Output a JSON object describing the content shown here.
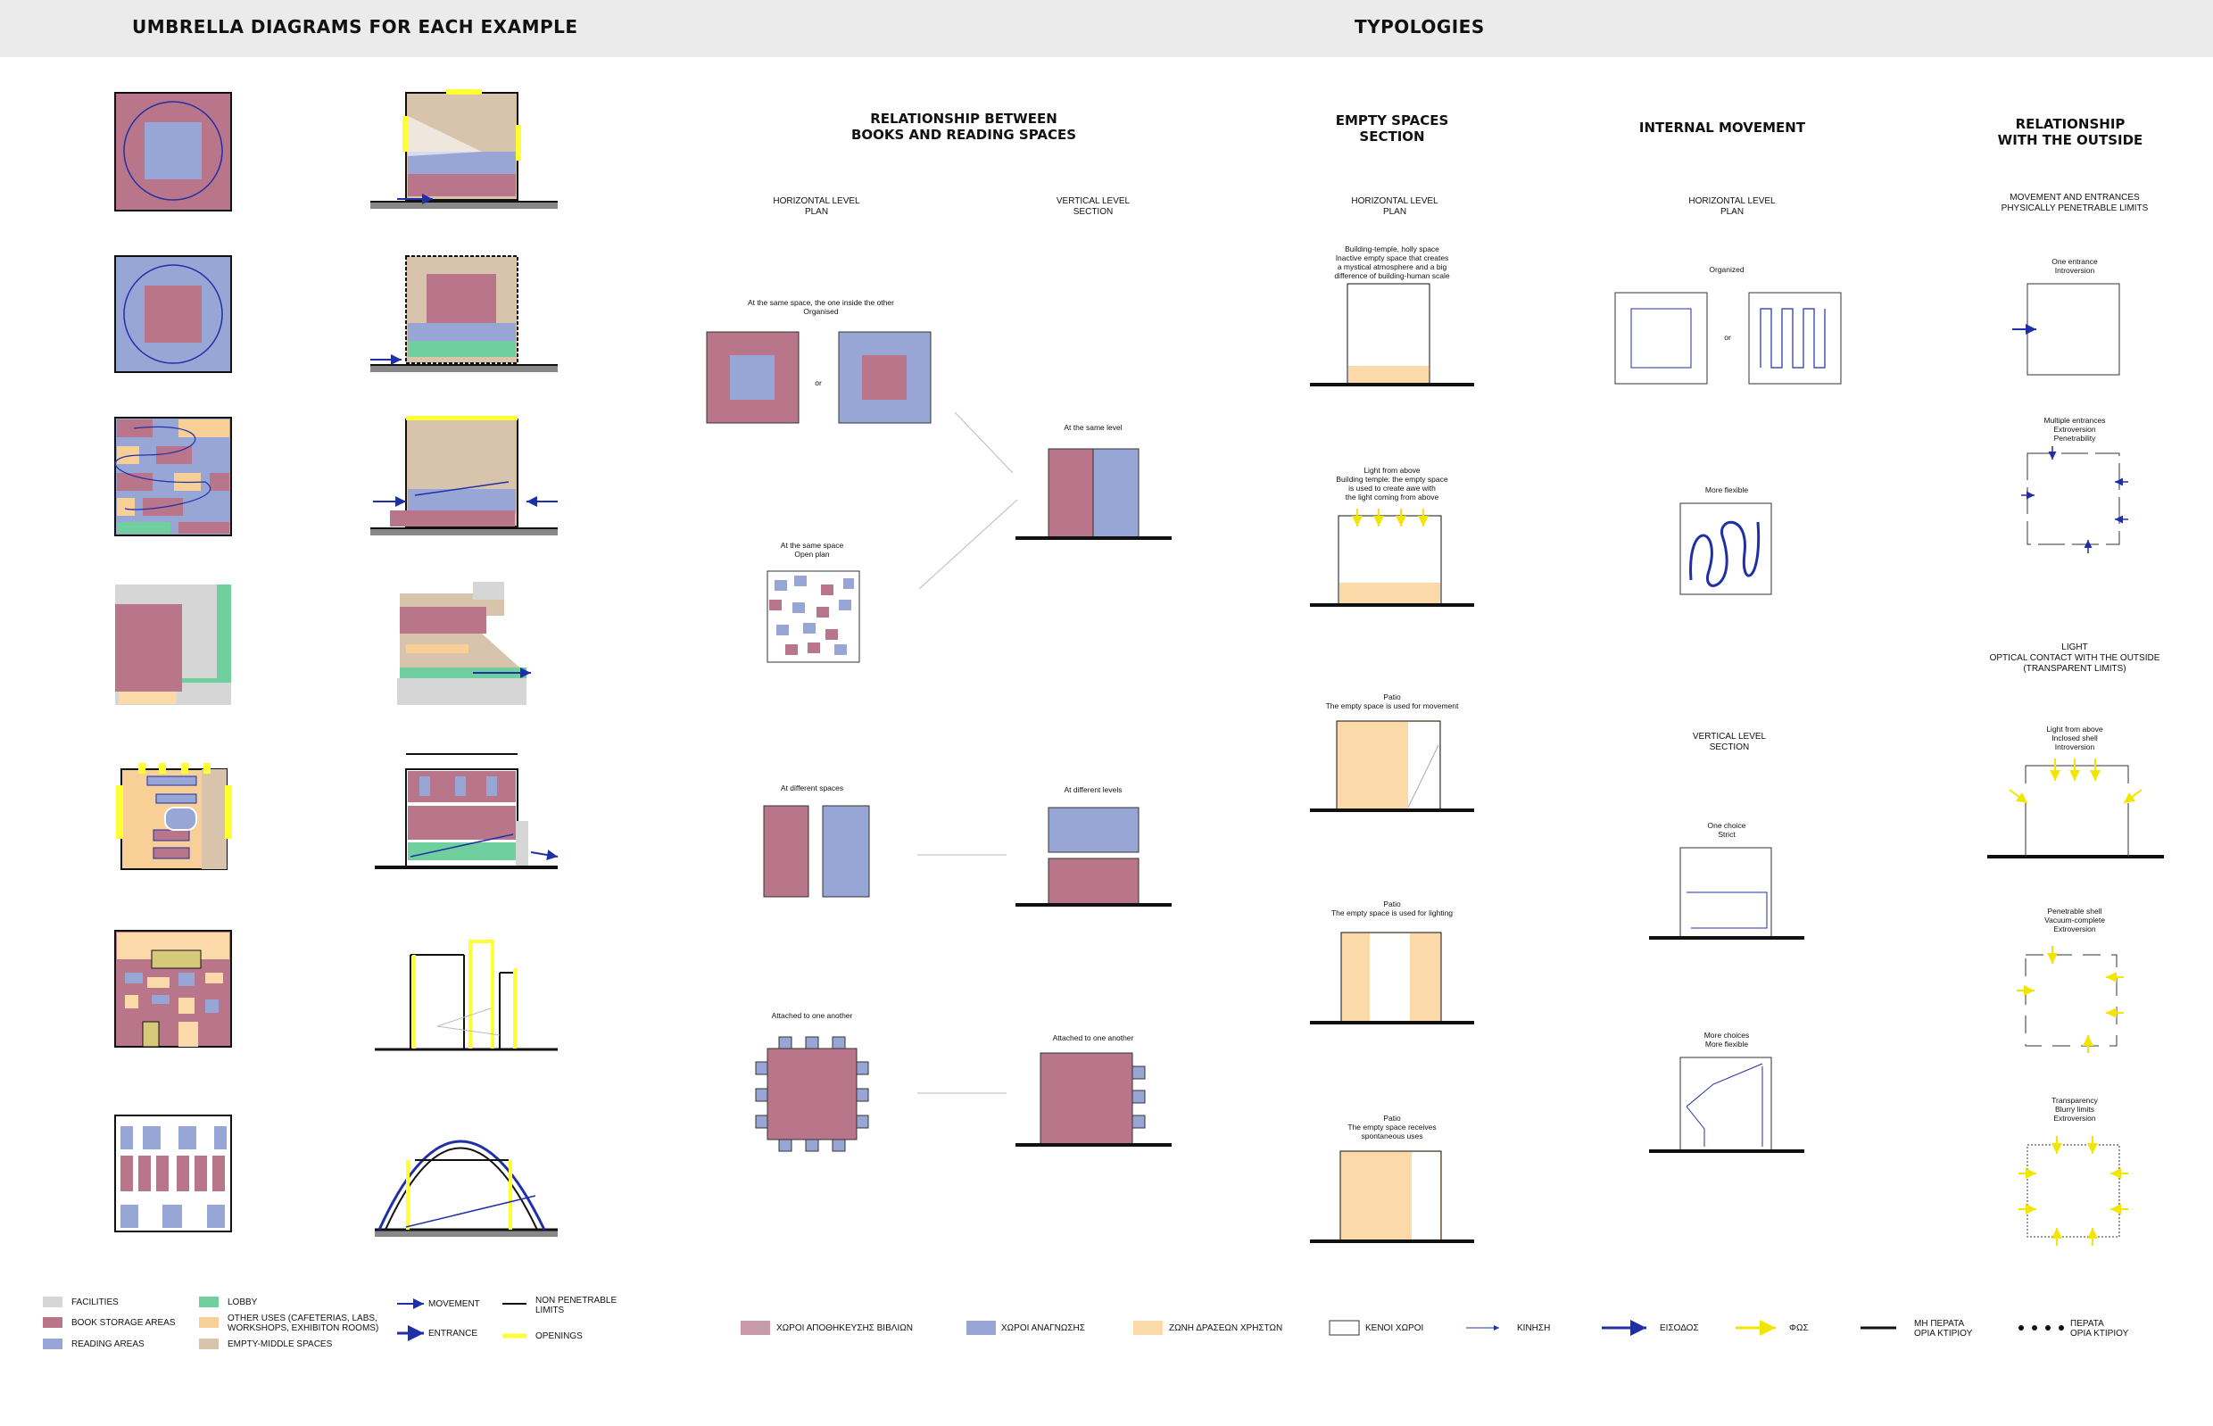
{
  "header": {
    "left_title": "UMBRELLA DIAGRAMS FOR EACH EXAMPLE",
    "right_title": "TYPOLOGIES"
  },
  "colors": {
    "book_storage": "#b9768a",
    "reading": "#98a6d6",
    "user_zone": "#fcd9a8",
    "facilities": "#d6d6d6",
    "lobby": "#6fcf9e",
    "other_uses": "#f7cf97",
    "empty_middle": "#d8c3ad",
    "openings": "#ffff33",
    "movement": "#1f2fa8"
  },
  "sections": {
    "books_reading": "RELATIONSHIP BETWEEN\nBOOKS AND READING SPACES",
    "empty_spaces": "EMPTY SPACES\nSECTION",
    "internal_movement": "INTERNAL MOVEMENT",
    "relationship_outside": "RELATIONSHIP\nWITH THE OUTSIDE"
  },
  "subheads": {
    "br_horizontal": "HORIZONTAL LEVEL\nPLAN",
    "br_vertical": "VERTICAL LEVEL\nSECTION",
    "es_horizontal": "HORIZONTAL LEVEL\nPLAN",
    "im_horizontal": "HORIZONTAL LEVEL\nPLAN",
    "im_vertical": "VERTICAL LEVEL\nSECTION",
    "ro_movement": "MOVEMENT AND ENTRANCES\nPHYSICALLY PENETRABLE LIMITS",
    "ro_light": "LIGHT\nOPTICAL CONTACT WITH THE OUTSIDE\n(TRANSPARENT LIMITS)"
  },
  "captions": {
    "br_same_space": "At the same space, the one inside the other\nOrganised",
    "br_or_1": "or",
    "br_open_plan": "At the same space\nOpen plan",
    "br_same_level": "At the same level",
    "br_different_spaces": "At different spaces",
    "br_different_levels": "At different levels",
    "br_attached_plan": "Attached to one another",
    "br_attached_section": "Attached to one another",
    "es_temple": "Building-temple, holly space\nInactive empty space that creates\na mystical atmosphere and a big\ndifference of building-human scale",
    "es_light_above": "Light from above\nBuilding temple: the empty space\nis used to create awe with\nthe light coming from above",
    "es_patio_movement": "Patio\nThe empty space is used for movement",
    "es_patio_lighting": "Patio\nThe empty space is used for lighting",
    "es_patio_spontaneous": "Patio\nThe empty space receives\nspontaneous uses",
    "im_organized": "Organized",
    "im_or": "or",
    "im_flexible": "More flexible",
    "im_one_choice": "One choice\nStrict",
    "im_more_choices": "More choices\nMore flexible",
    "ro_one_entrance": "One entrance\nIntroversion",
    "ro_multiple": "Multiple entrances\nExtroversion\nPenetrability",
    "ro_light_above": "Light from above\nInclosed shell\nIntroversion",
    "ro_penetrable": "Penetrable shell\nVacuum-complete\nExtroversion",
    "ro_transparency": "Transparency\nBlurry limits\nExtroversion"
  },
  "legend_left": {
    "facilities": "FACILITIES",
    "book_storage": "BOOK STORAGE AREAS",
    "reading": "READING AREAS",
    "lobby": "LOBBY",
    "other_uses": "OTHER USES (CAFETERIAS, LABS,\nWORKSHOPS, EXHIBITON ROOMS)",
    "empty_middle": "EMPTY-MIDDLE SPACES",
    "movement": "MOVEMENT",
    "entrance": "ENTRANCE",
    "non_penetrable": "NON PENETRABLE\nLIMITS",
    "openings": "OPENINGS"
  },
  "legend_right": {
    "book_storage": "ΧΩΡΟΙ ΑΠΟΘΗΚΕΥΣΗΣ ΒΙΒΛΙΩΝ",
    "reading": "ΧΩΡΟΙ ΑΝΑΓΝΩΣΗΣ",
    "user_zone": "ΖΩΝΗ ΔΡΑΣΕΩΝ ΧΡΗΣΤΩΝ",
    "empty": "ΚΕΝΟΙ ΧΩΡΟΙ",
    "movement": "ΚΙΝΗΣΗ",
    "entrance": "ΕΙΣΟΔΟΣ",
    "light": "ΦΩΣ",
    "non_penetrable": "ΜΗ ΠΕΡΑΤΑ\nΟΡΙΑ ΚΤΙΡΙΟΥ",
    "penetrable": "ΠΕΡΑΤΑ\nΟΡΙΑ ΚΤΙΡΙΟΥ"
  }
}
